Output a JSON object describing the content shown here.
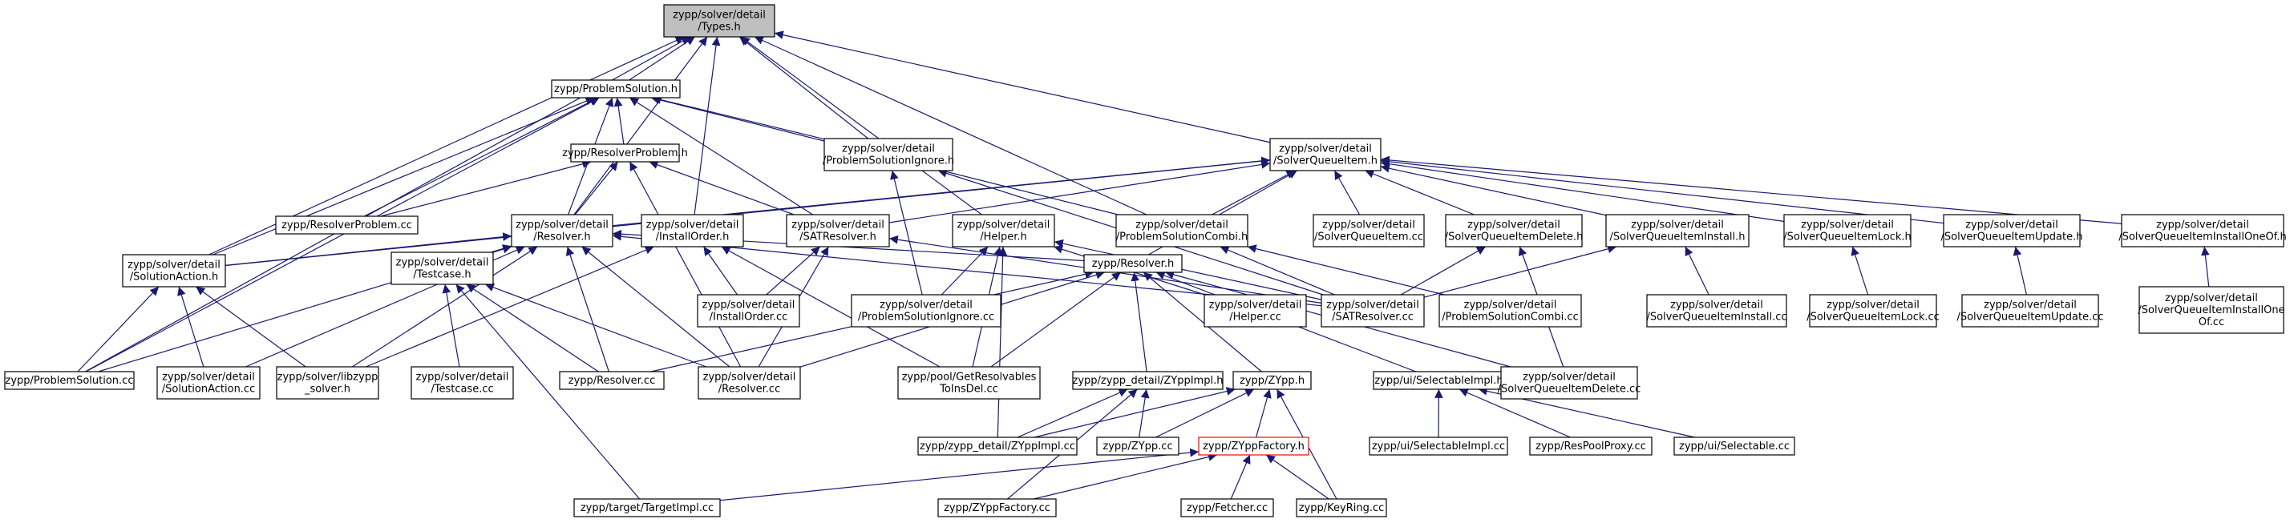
{
  "graph": {
    "nodes": [
      {
        "id": "types_h",
        "lines": [
          "zypp/solver/detail",
          "/Types.h"
        ],
        "root": true
      },
      {
        "id": "problemsolution_h",
        "lines": [
          "zypp/ProblemSolution.h"
        ]
      },
      {
        "id": "resolverproblem_h",
        "lines": [
          "zypp/ResolverProblem.h"
        ]
      },
      {
        "id": "psignore_h",
        "lines": [
          "zypp/solver/detail",
          "/ProblemSolutionIgnore.h"
        ]
      },
      {
        "id": "sqitem_h",
        "lines": [
          "zypp/solver/detail",
          "/SolverQueueItem.h"
        ]
      },
      {
        "id": "resolverproblem_cc",
        "lines": [
          "zypp/ResolverProblem.cc"
        ]
      },
      {
        "id": "resolver_detail_h",
        "lines": [
          "zypp/solver/detail",
          "/Resolver.h"
        ]
      },
      {
        "id": "installorder_h",
        "lines": [
          "zypp/solver/detail",
          "/InstallOrder.h"
        ]
      },
      {
        "id": "satresolver_h",
        "lines": [
          "zypp/solver/detail",
          "/SATResolver.h"
        ]
      },
      {
        "id": "helper_h",
        "lines": [
          "zypp/solver/detail",
          "/Helper.h"
        ]
      },
      {
        "id": "pscombi_h",
        "lines": [
          "zypp/solver/detail",
          "/ProblemSolutionCombi.h"
        ]
      },
      {
        "id": "sqitem_cc",
        "lines": [
          "zypp/solver/detail",
          "/SolverQueueItem.cc"
        ]
      },
      {
        "id": "sqidelete_h",
        "lines": [
          "zypp/solver/detail",
          "/SolverQueueItemDelete.h"
        ]
      },
      {
        "id": "sqiinstall_h",
        "lines": [
          "zypp/solver/detail",
          "/SolverQueueItemInstall.h"
        ]
      },
      {
        "id": "sqilock_h",
        "lines": [
          "zypp/solver/detail",
          "/SolverQueueItemLock.h"
        ]
      },
      {
        "id": "sqiupdate_h",
        "lines": [
          "zypp/solver/detail",
          "/SolverQueueItemUpdate.h"
        ]
      },
      {
        "id": "sqiinstallone_h",
        "lines": [
          "zypp/solver/detail",
          "/SolverQueueItemInstallOneOf.h"
        ]
      },
      {
        "id": "solutionaction_h",
        "lines": [
          "zypp/solver/detail",
          "/SolutionAction.h"
        ]
      },
      {
        "id": "testcase_h",
        "lines": [
          "zypp/solver/detail",
          "/Testcase.h"
        ]
      },
      {
        "id": "installorder_cc",
        "lines": [
          "zypp/solver/detail",
          "/InstallOrder.cc"
        ]
      },
      {
        "id": "psignore_cc",
        "lines": [
          "zypp/solver/detail",
          "/ProblemSolutionIgnore.cc"
        ]
      },
      {
        "id": "resolver_h",
        "lines": [
          "zypp/Resolver.h"
        ]
      },
      {
        "id": "helper_cc",
        "lines": [
          "zypp/solver/detail",
          "/Helper.cc"
        ]
      },
      {
        "id": "satresolver_cc",
        "lines": [
          "zypp/solver/detail",
          "/SATResolver.cc"
        ]
      },
      {
        "id": "pscombi_cc",
        "lines": [
          "zypp/solver/detail",
          "/ProblemSolutionCombi.cc"
        ]
      },
      {
        "id": "sqiinstall_cc",
        "lines": [
          "zypp/solver/detail",
          "/SolverQueueItemInstall.cc"
        ]
      },
      {
        "id": "sqilock_cc",
        "lines": [
          "zypp/solver/detail",
          "/SolverQueueItemLock.cc"
        ]
      },
      {
        "id": "sqiupdate_cc",
        "lines": [
          "zypp/solver/detail",
          "/SolverQueueItemUpdate.cc"
        ]
      },
      {
        "id": "sqiinstallone_cc",
        "lines": [
          "zypp/solver/detail",
          "/SolverQueueItemInstallOne",
          "Of.cc"
        ]
      },
      {
        "id": "problemsolution_cc",
        "lines": [
          "zypp/ProblemSolution.cc"
        ]
      },
      {
        "id": "solutionaction_cc",
        "lines": [
          "zypp/solver/detail",
          "/SolutionAction.cc"
        ]
      },
      {
        "id": "libzypp_solver_h",
        "lines": [
          "zypp/solver/libzypp",
          "_solver.h"
        ]
      },
      {
        "id": "testcase_cc",
        "lines": [
          "zypp/solver/detail",
          "/Testcase.cc"
        ]
      },
      {
        "id": "resolver_cc",
        "lines": [
          "zypp/Resolver.cc"
        ]
      },
      {
        "id": "resolver_detail_cc",
        "lines": [
          "zypp/solver/detail",
          "/Resolver.cc"
        ]
      },
      {
        "id": "getresolvables_cc",
        "lines": [
          "zypp/pool/GetResolvables",
          "ToInsDel.cc"
        ]
      },
      {
        "id": "zyppimpl_h",
        "lines": [
          "zypp/zypp_detail/ZYppImpl.h"
        ]
      },
      {
        "id": "zypp_h",
        "lines": [
          "zypp/ZYpp.h"
        ]
      },
      {
        "id": "selectableimpl_h",
        "lines": [
          "zypp/ui/SelectableImpl.h"
        ]
      },
      {
        "id": "sqidelete_cc",
        "lines": [
          "zypp/solver/detail",
          "/SolverQueueItemDelete.cc"
        ]
      },
      {
        "id": "zyppimpl_cc",
        "lines": [
          "zypp/zypp_detail/ZYppImpl.cc"
        ]
      },
      {
        "id": "zypp_cc",
        "lines": [
          "zypp/ZYpp.cc"
        ]
      },
      {
        "id": "zyppfactory_h",
        "lines": [
          "zypp/ZYppFactory.h"
        ],
        "highlight": true
      },
      {
        "id": "selectableimpl_cc",
        "lines": [
          "zypp/ui/SelectableImpl.cc"
        ]
      },
      {
        "id": "respoolproxy_cc",
        "lines": [
          "zypp/ResPoolProxy.cc"
        ]
      },
      {
        "id": "selectable_cc",
        "lines": [
          "zypp/ui/Selectable.cc"
        ]
      },
      {
        "id": "targetimpl_cc",
        "lines": [
          "zypp/target/TargetImpl.cc"
        ]
      },
      {
        "id": "zyppfactory_cc",
        "lines": [
          "zypp/ZYppFactory.cc"
        ]
      },
      {
        "id": "fetcher_cc",
        "lines": [
          "zypp/Fetcher.cc"
        ]
      },
      {
        "id": "keyring_cc",
        "lines": [
          "zypp/KeyRing.cc"
        ]
      }
    ],
    "edges": [
      [
        "problemsolution_h",
        "types_h"
      ],
      [
        "psignore_h",
        "types_h"
      ],
      [
        "sqitem_h",
        "types_h"
      ],
      [
        "resolver_detail_h",
        "types_h"
      ],
      [
        "installorder_h",
        "types_h"
      ],
      [
        "helper_h",
        "types_h"
      ],
      [
        "pscombi_h",
        "types_h"
      ],
      [
        "solutionaction_h",
        "types_h"
      ],
      [
        "problemsolution_cc",
        "types_h"
      ],
      [
        "resolverproblem_h",
        "problemsolution_h"
      ],
      [
        "psignore_h",
        "problemsolution_h"
      ],
      [
        "pscombi_h",
        "problemsolution_h"
      ],
      [
        "resolverproblem_cc",
        "problemsolution_h"
      ],
      [
        "resolver_detail_h",
        "problemsolution_h"
      ],
      [
        "satresolver_h",
        "problemsolution_h"
      ],
      [
        "solutionaction_h",
        "problemsolution_h"
      ],
      [
        "problemsolution_cc",
        "problemsolution_h"
      ],
      [
        "resolver_detail_h",
        "resolverproblem_h"
      ],
      [
        "satresolver_h",
        "resolverproblem_h"
      ],
      [
        "resolverproblem_cc",
        "resolverproblem_h"
      ],
      [
        "resolver_detail_cc",
        "resolverproblem_h"
      ],
      [
        "psignore_cc",
        "psignore_h"
      ],
      [
        "satresolver_cc",
        "psignore_h"
      ],
      [
        "resolver_detail_h",
        "sqitem_h"
      ],
      [
        "satresolver_h",
        "sqitem_h"
      ],
      [
        "pscombi_h",
        "sqitem_h"
      ],
      [
        "sqitem_cc",
        "sqitem_h"
      ],
      [
        "sqidelete_h",
        "sqitem_h"
      ],
      [
        "sqiinstall_h",
        "sqitem_h"
      ],
      [
        "sqilock_h",
        "sqitem_h"
      ],
      [
        "sqiupdate_h",
        "sqitem_h"
      ],
      [
        "sqiinstallone_h",
        "sqitem_h"
      ],
      [
        "resolver_h",
        "sqitem_h"
      ],
      [
        "solutionaction_h",
        "sqitem_h"
      ],
      [
        "solutionaction_h",
        "resolver_detail_h"
      ],
      [
        "testcase_h",
        "resolver_detail_h"
      ],
      [
        "resolver_h",
        "resolver_detail_h"
      ],
      [
        "satresolver_cc",
        "resolver_detail_h"
      ],
      [
        "problemsolution_cc",
        "resolver_detail_h"
      ],
      [
        "solutionaction_cc",
        "resolver_detail_h"
      ],
      [
        "libzypp_solver_h",
        "resolver_detail_h"
      ],
      [
        "resolver_cc",
        "resolver_detail_h"
      ],
      [
        "resolver_detail_cc",
        "resolver_detail_h"
      ],
      [
        "installorder_cc",
        "installorder_h"
      ],
      [
        "libzypp_solver_h",
        "installorder_h"
      ],
      [
        "getresolvables_cc",
        "installorder_h"
      ],
      [
        "installorder_cc",
        "satresolver_h"
      ],
      [
        "satresolver_cc",
        "satresolver_h"
      ],
      [
        "resolver_detail_cc",
        "satresolver_h"
      ],
      [
        "psignore_cc",
        "helper_h"
      ],
      [
        "helper_cc",
        "helper_h"
      ],
      [
        "satresolver_cc",
        "helper_h"
      ],
      [
        "zyppimpl_cc",
        "helper_h"
      ],
      [
        "getresolvables_cc",
        "helper_h"
      ],
      [
        "satresolver_cc",
        "pscombi_h"
      ],
      [
        "pscombi_cc",
        "pscombi_h"
      ],
      [
        "satresolver_cc",
        "sqidelete_h"
      ],
      [
        "sqidelete_cc",
        "sqidelete_h"
      ],
      [
        "satresolver_cc",
        "sqiinstall_h"
      ],
      [
        "sqiinstall_cc",
        "sqiinstall_h"
      ],
      [
        "sqilock_cc",
        "sqilock_h"
      ],
      [
        "sqiupdate_cc",
        "sqiupdate_h"
      ],
      [
        "sqiinstallone_cc",
        "sqiinstallone_h"
      ],
      [
        "problemsolution_cc",
        "solutionaction_h"
      ],
      [
        "solutionaction_cc",
        "solutionaction_h"
      ],
      [
        "libzypp_solver_h",
        "solutionaction_h"
      ],
      [
        "testcase_cc",
        "testcase_h"
      ],
      [
        "resolver_cc",
        "testcase_h"
      ],
      [
        "resolver_detail_cc",
        "testcase_h"
      ],
      [
        "targetimpl_cc",
        "testcase_h"
      ],
      [
        "resolver_cc",
        "resolver_h"
      ],
      [
        "resolver_detail_cc",
        "resolver_h"
      ],
      [
        "getresolvables_cc",
        "resolver_h"
      ],
      [
        "zyppimpl_h",
        "resolver_h"
      ],
      [
        "zypp_h",
        "resolver_h"
      ],
      [
        "selectableimpl_h",
        "resolver_h"
      ],
      [
        "sqidelete_cc",
        "resolver_h"
      ],
      [
        "zyppimpl_cc",
        "zyppimpl_h"
      ],
      [
        "zypp_cc",
        "zyppimpl_h"
      ],
      [
        "zyppfactory_cc",
        "zyppimpl_h"
      ],
      [
        "zyppimpl_cc",
        "zypp_h"
      ],
      [
        "zypp_cc",
        "zypp_h"
      ],
      [
        "zyppfactory_h",
        "zypp_h"
      ],
      [
        "keyring_cc",
        "zypp_h"
      ],
      [
        "selectableimpl_cc",
        "selectableimpl_h"
      ],
      [
        "respoolproxy_cc",
        "selectableimpl_h"
      ],
      [
        "selectable_cc",
        "selectableimpl_h"
      ],
      [
        "targetimpl_cc",
        "zyppfactory_h"
      ],
      [
        "zyppfactory_cc",
        "zyppfactory_h"
      ],
      [
        "fetcher_cc",
        "zyppfactory_h"
      ],
      [
        "keyring_cc",
        "zyppfactory_h"
      ]
    ]
  }
}
